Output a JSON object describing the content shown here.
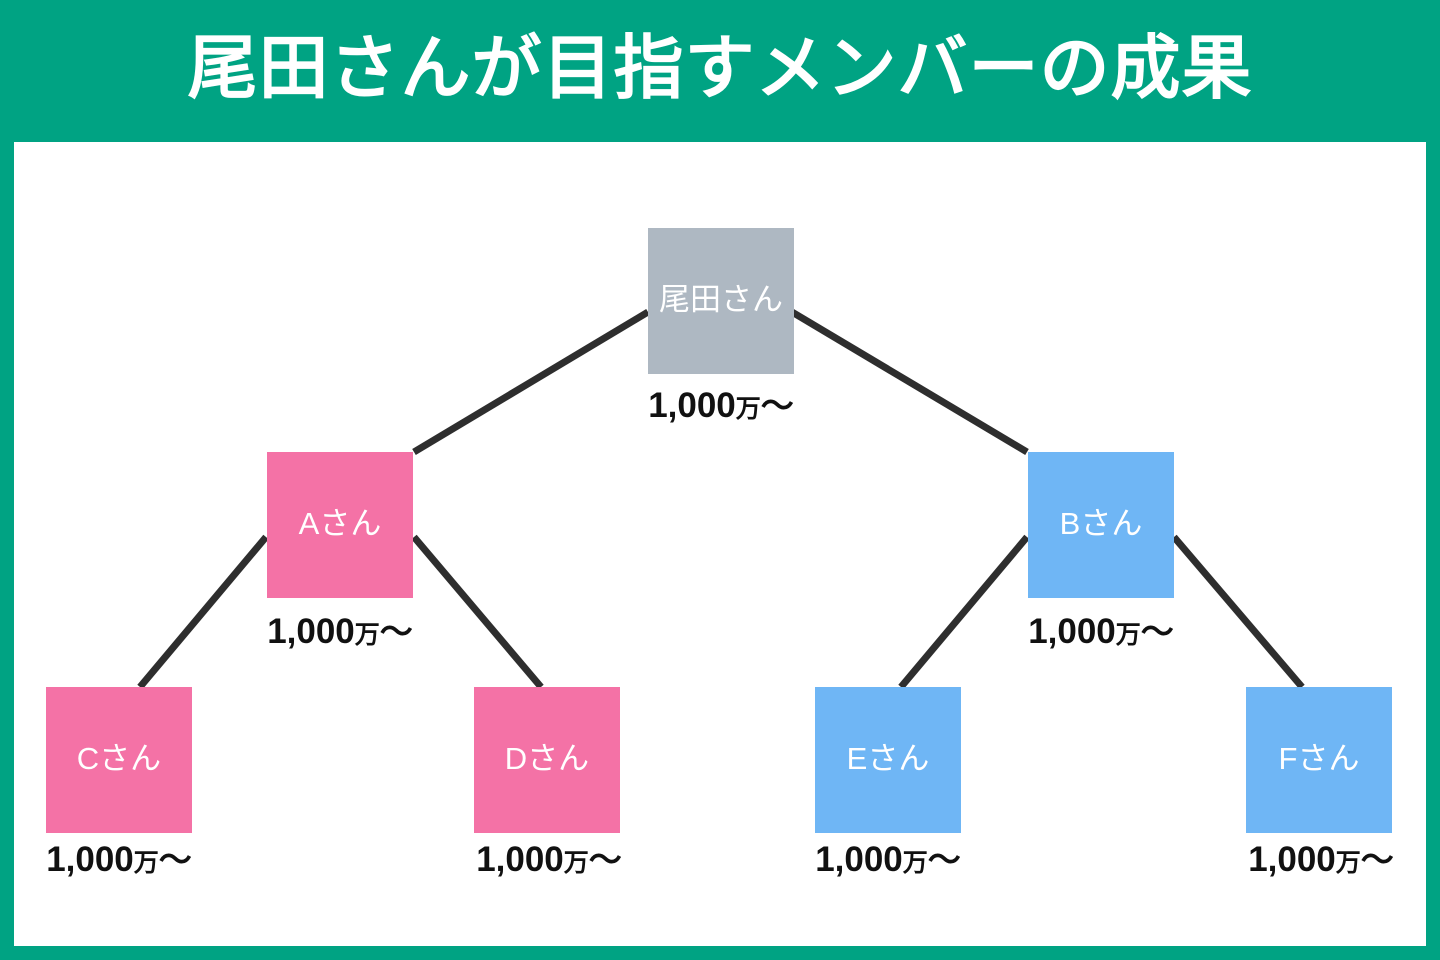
{
  "header": {
    "title": "尾田さんが目指すメンバーの成果",
    "background_color": "#00a383",
    "text_color": "#ffffff"
  },
  "board": {
    "background_color": "#ffffff"
  },
  "colors": {
    "teal": "#00a383",
    "gray": "#aeb8c2",
    "pink": "#f472a6",
    "blue": "#6fb6f5",
    "connector": "#2e2e2e",
    "amount_text": "#111111"
  },
  "amount_format": {
    "number": "1,000",
    "unit": "万",
    "tilde": "〜"
  },
  "diagram": {
    "type": "org-tree",
    "nodes": [
      {
        "id": "root",
        "label": "尾田さん",
        "amount_number": "1,000",
        "amount_unit": "万",
        "amount_tilde": "〜",
        "color": "#aeb8c2",
        "level": 0
      },
      {
        "id": "a",
        "label": "Aさん",
        "amount_number": "1,000",
        "amount_unit": "万",
        "amount_tilde": "〜",
        "color": "#f472a6",
        "level": 1
      },
      {
        "id": "b",
        "label": "Bさん",
        "amount_number": "1,000",
        "amount_unit": "万",
        "amount_tilde": "〜",
        "color": "#6fb6f5",
        "level": 1
      },
      {
        "id": "c",
        "label": "Cさん",
        "amount_number": "1,000",
        "amount_unit": "万",
        "amount_tilde": "〜",
        "color": "#f472a6",
        "level": 2
      },
      {
        "id": "d",
        "label": "Dさん",
        "amount_number": "1,000",
        "amount_unit": "万",
        "amount_tilde": "〜",
        "color": "#f472a6",
        "level": 2
      },
      {
        "id": "e",
        "label": "Eさん",
        "amount_number": "1,000",
        "amount_unit": "万",
        "amount_tilde": "〜",
        "color": "#6fb6f5",
        "level": 2
      },
      {
        "id": "f",
        "label": "Fさん",
        "amount_number": "1,000",
        "amount_unit": "万",
        "amount_tilde": "〜",
        "color": "#6fb6f5",
        "level": 2
      }
    ],
    "edges": [
      {
        "from": "root",
        "to": "a"
      },
      {
        "from": "root",
        "to": "b"
      },
      {
        "from": "a",
        "to": "c"
      },
      {
        "from": "a",
        "to": "d"
      },
      {
        "from": "b",
        "to": "e"
      },
      {
        "from": "b",
        "to": "f"
      }
    ]
  }
}
